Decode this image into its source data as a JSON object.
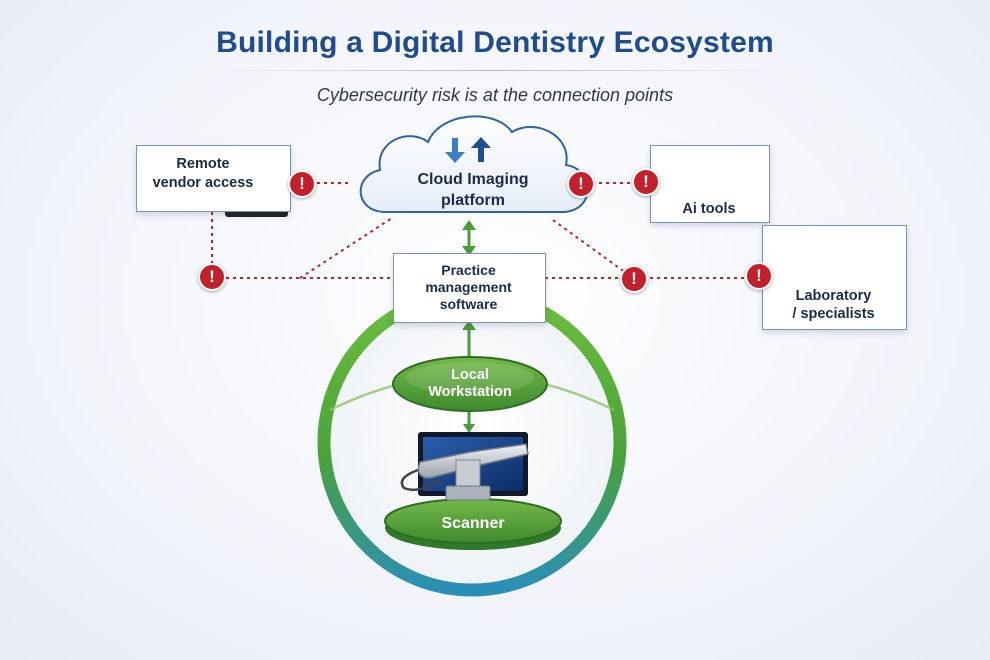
{
  "title": "Building a Digital Dentistry Ecosystem",
  "subtitle": "Cybersecurity risk is at the connection points",
  "nodes": {
    "remote_vendor": "Remote\nvendor access",
    "cloud": "Cloud Imaging\nplatform",
    "ai_tools": "Ai tools",
    "practice": "Practice\nmanagement\nsoftware",
    "laboratory": "Laboratory\n/ specialists",
    "workstation": "Local\nWorkstation",
    "scanner": "Scanner"
  },
  "alert_symbol": "!",
  "colors": {
    "title": "#1f4b8f",
    "risk": "#c4202c",
    "connector_green": "#4a9b3a",
    "ring_green": "#5aa83a",
    "ring_blue": "#2a8fb8",
    "cloud_arrow_down": "#3b7fc4",
    "cloud_arrow_up": "#1e4f93"
  },
  "icons": [
    "router-icon",
    "up-down-arrows-icon",
    "brain-circuit-icon",
    "teeth-model-icon",
    "monitor-icon",
    "intraoral-scanner-icon"
  ]
}
